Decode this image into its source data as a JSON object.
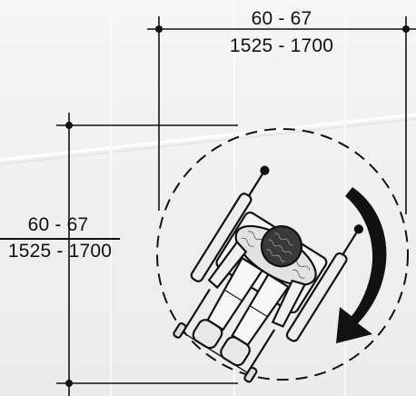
{
  "dimensions": {
    "top": {
      "imperial": "60 - 67",
      "metric": "1525 - 1700"
    },
    "left": {
      "imperial": "60 - 67",
      "metric": "1525 - 1700"
    }
  },
  "colors": {
    "ink": "#111111",
    "background": "#f2f2f2",
    "wall_lines": "#ffffff"
  },
  "icons": {
    "turn_arrow": "curved-arrow-icon",
    "figure": "wheelchair-user-icon"
  }
}
